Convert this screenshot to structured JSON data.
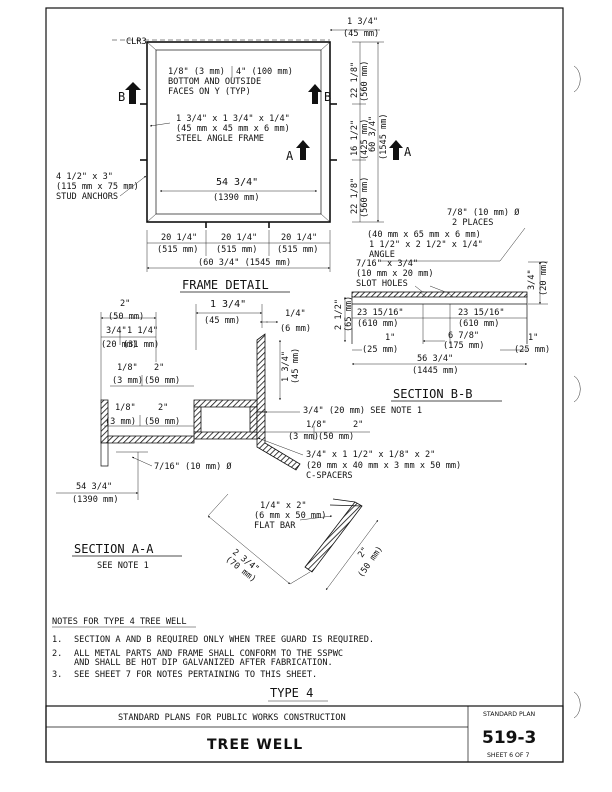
{
  "plan": {
    "header": "STANDARD PLANS FOR PUBLIC WORKS CONSTRUCTION",
    "title": "TREE WELL",
    "std_label": "STANDARD PLAN",
    "number": "519-3",
    "sheet": "SHEET 6 OF 7"
  },
  "type_label": "TYPE 4",
  "notes": {
    "heading": "NOTES FOR TYPE 4 TREE WELL",
    "items": [
      {
        "num": "1.",
        "lines": [
          "SECTION A AND B REQUIRED ONLY WHEN TREE GUARD IS REQUIRED."
        ]
      },
      {
        "num": "2.",
        "lines": [
          "ALL METAL PARTS AND FRAME SHALL CONFORM TO THE SSPWC",
          "AND SHALL BE HOT DIP GALVANIZED AFTER FABRICATION."
        ]
      },
      {
        "num": "3.",
        "lines": [
          "SEE SHEET 7 FOR NOTES PERTAINING TO THIS SHEET."
        ]
      }
    ]
  },
  "frame_detail": {
    "title": "FRAME DETAIL",
    "clr": "CLR3",
    "top_dim": [
      "1 3/4\"",
      "(45 mm)"
    ],
    "note_faces": [
      "1/8\" (3 mm)",
      "4\" (100 mm)",
      "BOTTOM AND OUTSIDE",
      "FACES ON Y (TYP)"
    ],
    "note_angle": [
      "1 3/4\" x 1 3/4\" x 1/4\"",
      "(45 mm x 45 mm x 6 mm)",
      "STEEL ANGLE FRAME"
    ],
    "note_studs": [
      "4 1/2\" x 3\"",
      "(115 mm x 75 mm)",
      "STUD ANCHORS"
    ],
    "inner_dim": [
      "54 3/4\"",
      "(1390 mm)"
    ],
    "right_dims": [
      [
        "22 1/8\"",
        "(560 mm)"
      ],
      [
        "16 1/2\"",
        "(425 mm)"
      ],
      [
        "22 1/8\"",
        "(560 mm)"
      ]
    ],
    "overall_right": [
      "60 3/4\"",
      "(1545 mm)"
    ],
    "bottom_dims": [
      [
        "20 1/4\"",
        "(515 mm)"
      ],
      [
        "20 1/4\"",
        "(515 mm)"
      ],
      [
        "20 1/4\"",
        "(515 mm)"
      ]
    ],
    "overall_bottom": "(60 3/4\" (1545 mm)",
    "section_letters": {
      "a": "A",
      "b": "B"
    }
  },
  "section_b": {
    "title": "SECTION B-B",
    "hole_note": [
      "7/8\" (10 mm) Ø",
      "2 PLACES"
    ],
    "angle_note": [
      "(40 mm x 65 mm x 6 mm)",
      "1 1/2\" x 2 1/2\" x 1/4\"",
      "ANGLE"
    ],
    "slot_note": [
      "7/16\" x 3/4\"",
      "(10 mm x 20 mm)",
      "SLOT HOLES"
    ],
    "right_dim": [
      "3/4\"",
      "(20 mm)"
    ],
    "left_dim": [
      "2 1/2\"",
      "(65 mm)"
    ],
    "mid_dims": [
      [
        "23 15/16\"",
        "(610 mm)"
      ],
      [
        "23 15/16\"",
        "(610 mm)"
      ]
    ],
    "small_left": [
      "1\"",
      "(25 mm)"
    ],
    "small_right": [
      "1\"",
      "(25 mm)"
    ],
    "center_dim": [
      "6 7/8\"",
      "(175 mm)"
    ],
    "overall": [
      "56 3/4\"",
      "(1445 mm)"
    ]
  },
  "section_a": {
    "title": "SECTION A-A",
    "subtitle": "SEE NOTE 1",
    "dims": {
      "top_2": [
        "2\"",
        "(50 mm)"
      ],
      "top_134": [
        "1 3/4\"",
        "(45 mm)"
      ],
      "left_34": [
        "3/4\"",
        "(20 mm)"
      ],
      "left_114": [
        "1 1/4\"",
        "(31 mm)"
      ],
      "right_14": [
        "1/4\"",
        "(6 mm)"
      ],
      "vert_134": [
        "1 3/4\"",
        "(45 mm)"
      ],
      "eighth_a": [
        "1/8\"",
        "(3 mm)"
      ],
      "two_a": [
        "2\"",
        "(50 mm)"
      ],
      "eighth_b": [
        "1/8\"",
        "(3 mm)"
      ],
      "two_b": [
        "2\"",
        "(50 mm)"
      ],
      "eighth_c": [
        "1/8\"",
        "(3 mm)"
      ],
      "two_c": [
        "2\"",
        "(50 mm)"
      ],
      "hole": "7/16\" (10 mm) Ø",
      "bottom_left": [
        "54 3/4\"",
        "(1390 mm)"
      ]
    },
    "note_see1": "3/4\" (20 mm) SEE NOTE 1",
    "spacer_note": [
      "3/4\" x 1 1/2\" x 1/8\" x 2\"",
      "(20 mm x 40 mm x 3 mm x 50 mm)",
      "C-SPACERS"
    ],
    "flat_bar": [
      "1/4\" x 2\"",
      "(6 mm x 50 mm)",
      "FLAT BAR"
    ],
    "bar_dim_a": [
      "2 3/4\"",
      "(70 mm)"
    ],
    "bar_dim_b": [
      "2\"",
      "(50 mm)"
    ]
  }
}
